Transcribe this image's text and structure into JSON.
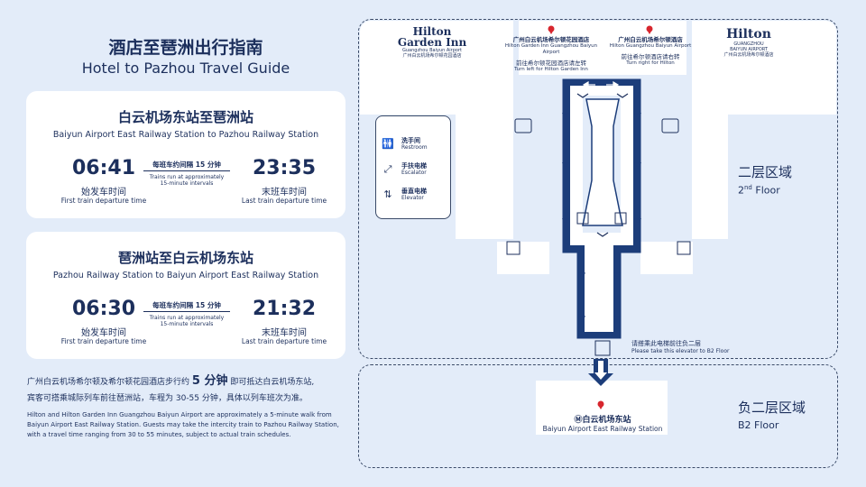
{
  "header": {
    "title_cn": "酒店至琶洲出行指南",
    "title_en": "Hotel to Pazhou Travel Guide"
  },
  "routes": [
    {
      "name_cn": "白云机场东站至琶洲站",
      "name_en": "Baiyun Airport East Railway Station to Pazhou Railway Station",
      "first_time": "06:41",
      "last_time": "23:35",
      "first_label_cn": "始发车时间",
      "first_label_en": "First train departure time",
      "last_label_cn": "末班车时间",
      "last_label_en": "Last train departure time",
      "interval_cn": "每班车约间隔 15 分钟",
      "interval_en_1": "Trains run at approximately",
      "interval_en_2": "15-minute intervals"
    },
    {
      "name_cn": "琶洲站至白云机场东站",
      "name_en": "Pazhou Railway Station to Baiyun Airport East Railway Station",
      "first_time": "06:30",
      "last_time": "21:32",
      "first_label_cn": "始发车时间",
      "first_label_en": "First train departure time",
      "last_label_cn": "末班车时间",
      "last_label_en": "Last train departure time",
      "interval_cn": "每班车约间隔 15 分钟",
      "interval_en_1": "Trains run at approximately",
      "interval_en_2": "15-minute intervals"
    }
  ],
  "note": {
    "cn_1a": "广州白云机场希尔顿及希尔顿花园酒店步行约",
    "cn_1b": "5 分钟",
    "cn_1c": "即可抵达白云机场东站,",
    "cn_2": "宾客可搭乘城际列车前往琶洲站，车程为 30-55 分钟，具体以列车班次为准。",
    "en": "Hilton and Hilton Garden Inn Guangzhou Baiyun Airport are approximately a 5-minute walk from Baiyun Airport East Railway Station. Guests may take the intercity train to Pazhou Railway Station, with a travel time ranging from 30 to 55 minutes, subject to actual train schedules."
  },
  "map": {
    "hgi_logo": "Hilton",
    "hgi_logo_2": "Garden Inn",
    "hgi_sub_1": "Guangzhou Baiyun Airport",
    "hgi_sub_2": "广州白云机场希尔顿花园酒店",
    "hilton_logo": "Hilton",
    "hilton_sub_1": "GUANGZHOU",
    "hilton_sub_2": "BAIYUN AIRPORT",
    "hilton_sub_3": "广州白云机场希尔顿酒店",
    "hotel_left": {
      "cn": "广州白云机场希尔顿花园酒店",
      "en": "Hilton Garden Inn Guangzhou Baiyun Airport",
      "dir_cn": "前往希尔顿花园酒店请左转",
      "dir_en": "Turn left for Hilton Garden Inn"
    },
    "hotel_right": {
      "cn": "广州白云机场希尔顿酒店",
      "en": "Hilton Guangzhou Baiyun Airport",
      "dir_cn": "前往希尔顿酒店请右转",
      "dir_en": "Turn right for Hilton"
    },
    "legend": [
      {
        "icon": "restroom-icon",
        "cn": "洗手间",
        "en": "Restroom"
      },
      {
        "icon": "escalator-icon",
        "cn": "手扶电梯",
        "en": "Escalator"
      },
      {
        "icon": "elevator-icon",
        "cn": "垂直电梯",
        "en": "Elevator"
      }
    ],
    "floor2_cn": "二层区域",
    "floor2_en_a": "2",
    "floor2_en_b": "nd",
    "floor2_en_c": " Floor",
    "floorb2_cn": "负二层区域",
    "floorb2_en": "B2 Floor",
    "elevator_note_cn": "请搭乘此电梯前往负二层",
    "elevator_note_en": "Please take this elevator to B2 Floor",
    "station_badge": "Ⓜ",
    "station_cn": "白云机场东站",
    "station_en": "Baiyun Airport East Railway Station",
    "colors": {
      "path": "#1c3d7a",
      "pin": "#d7262e",
      "ink": "#1c2f5c"
    }
  }
}
